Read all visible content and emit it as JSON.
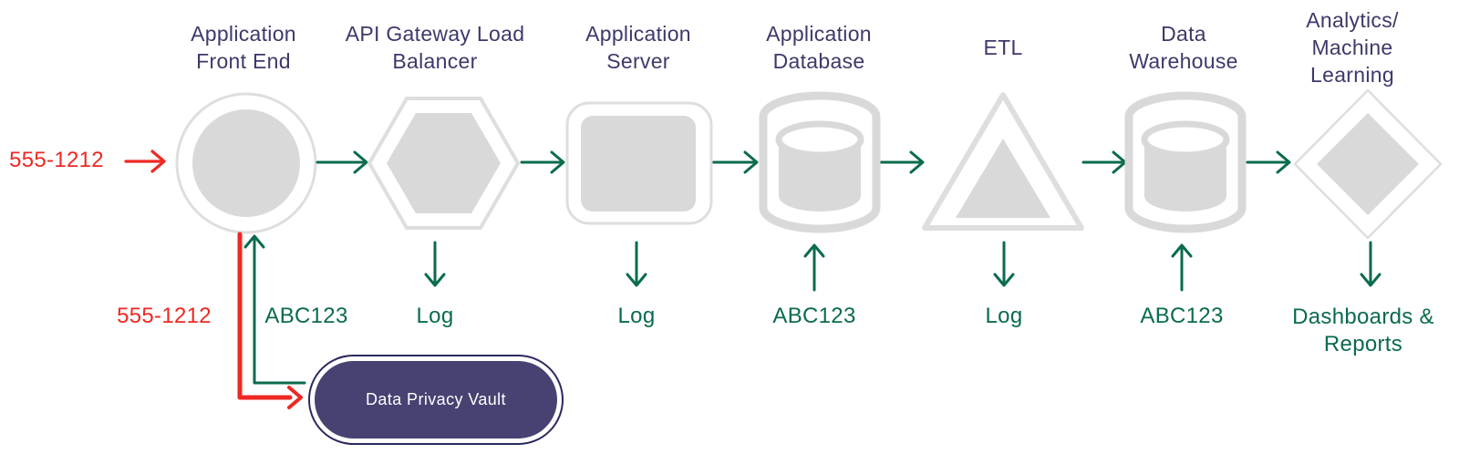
{
  "diagram": {
    "title_semantic": "data-privacy-vault-architecture-flow",
    "colors": {
      "green": "#0a6b4e",
      "red": "#ee2822",
      "navy_text": "#3c3a6a",
      "vault_fill": "#474272",
      "vault_border": "#2c2960",
      "shape_fill": "#d9d9d9",
      "shape_outline": "#dedede",
      "background": "#ffffff"
    },
    "nodes": [
      {
        "name": "application-front-end",
        "shape": "circle",
        "label_lines": [
          "Application",
          "Front End"
        ]
      },
      {
        "name": "api-gateway-load-balancer",
        "shape": "hexagon",
        "label_lines": [
          "API Gateway Load",
          "Balancer"
        ]
      },
      {
        "name": "application-server",
        "shape": "rounded-rectangle",
        "label_lines": [
          "Application",
          "Server"
        ]
      },
      {
        "name": "application-database",
        "shape": "cylinder",
        "label_lines": [
          "Application",
          "Database"
        ]
      },
      {
        "name": "etl",
        "shape": "triangle",
        "label_lines": [
          "ETL"
        ]
      },
      {
        "name": "data-warehouse",
        "shape": "cylinder",
        "label_lines": [
          "Data",
          "Warehouse"
        ]
      },
      {
        "name": "analytics-machine-learning",
        "shape": "diamond",
        "label_lines": [
          "Analytics/",
          "Machine",
          "Learning"
        ]
      }
    ],
    "flow_labels": {
      "input_value": "555-1212",
      "raw_value_to_vault": "555-1212",
      "token_from_vault": "ABC123",
      "api_gateway_down": "Log",
      "app_server_down": "Log",
      "app_database_up": "ABC123",
      "etl_down": "Log",
      "data_warehouse_up": "ABC123",
      "analytics_down_lines": [
        "Dashboards &",
        "Reports"
      ]
    },
    "vault_label": "Data Privacy Vault"
  }
}
